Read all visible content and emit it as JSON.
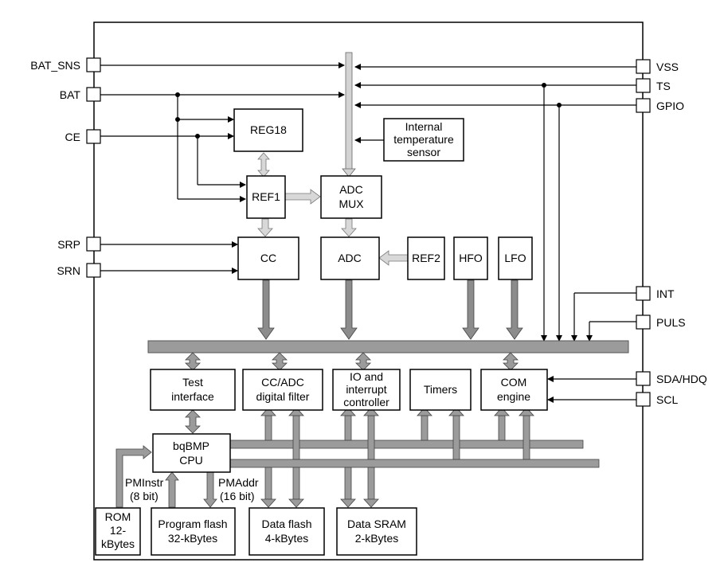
{
  "pins_left": {
    "bat_sns": "BAT_SNS",
    "bat": "BAT",
    "ce": "CE",
    "srp": "SRP",
    "srn": "SRN"
  },
  "pins_right": {
    "vss": "VSS",
    "ts": "TS",
    "gpio": "GPIO",
    "int": "INT",
    "puls": "PULS",
    "sda": "SDA/HDQ",
    "scl": "SCL"
  },
  "blocks": {
    "reg18": [
      "REG18"
    ],
    "temp_sensor": [
      "Internal",
      "temperature",
      "sensor"
    ],
    "ref1": [
      "REF1"
    ],
    "adc_mux": [
      "ADC",
      "MUX"
    ],
    "cc": [
      "CC"
    ],
    "adc": [
      "ADC"
    ],
    "ref2": [
      "REF2"
    ],
    "hfo": [
      "HFO"
    ],
    "lfo": [
      "LFO"
    ],
    "test_interface": [
      "Test",
      "interface"
    ],
    "cc_adc_filter": [
      "CC/ADC",
      "digital filter"
    ],
    "io_interrupt": [
      "IO and",
      "interrupt",
      "controller"
    ],
    "timers": [
      "Timers"
    ],
    "com_engine": [
      "COM",
      "engine"
    ],
    "cpu": [
      "bqBMP",
      "CPU"
    ],
    "rom": [
      "ROM",
      "12-",
      "kBytes"
    ],
    "program_flash": [
      "Program flash",
      "32-kBytes"
    ],
    "data_flash": [
      "Data flash",
      "4-kBytes"
    ],
    "data_sram": [
      "Data SRAM",
      "2-kBytes"
    ]
  },
  "bus_labels": {
    "pminstr": [
      "PMInstr",
      "(8 bit)"
    ],
    "pmaddr": [
      "PMAddr",
      "(16 bit)"
    ]
  },
  "colors": {
    "line": "#000000",
    "arrow_gray": "#8c8c8c",
    "arrow_light": "#d0d0d0",
    "bus": "#9b9b9b"
  }
}
